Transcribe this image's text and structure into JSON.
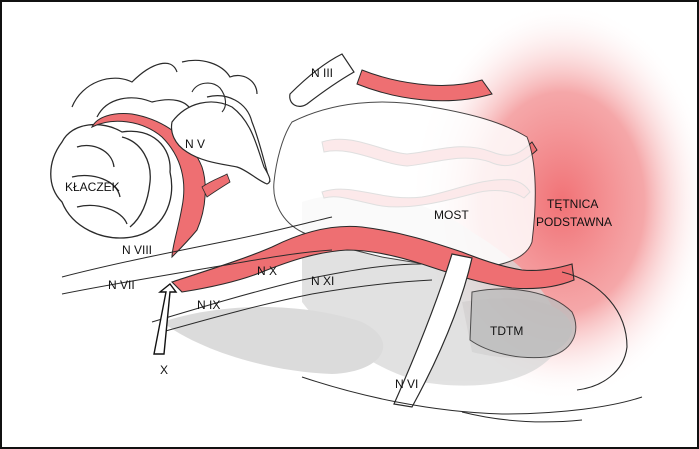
{
  "labels": {
    "n_iii": "N III",
    "n_v": "N V",
    "klaczek": "KŁACZEK",
    "most": "MOST",
    "tetnica_line1": "TĘTNICA",
    "tetnica_line2": "PODSTAWNA",
    "n_viii": "N VIII",
    "n_vii": "N VII",
    "n_x": "N X",
    "n_xi": "N XI",
    "n_ix": "N IX",
    "tdtm": "TDTM",
    "x": "X",
    "n_vi": "N VI"
  },
  "colors": {
    "artery": "#ee6f72",
    "artery_glow": "#f06a6e",
    "outline": "#2a2a2a",
    "tissue": "#d9d9d9",
    "tissue_light": "#ececec"
  }
}
